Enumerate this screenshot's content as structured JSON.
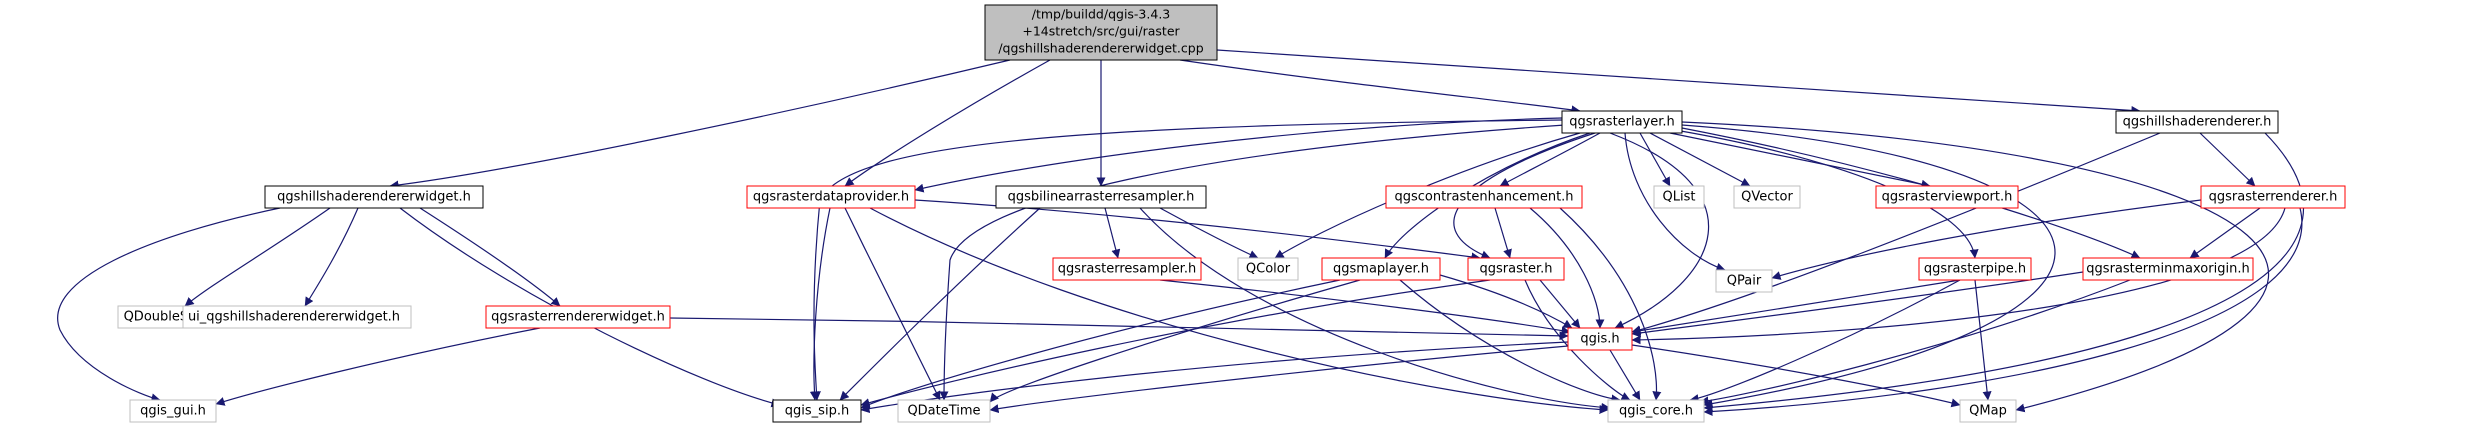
{
  "colors": {
    "root_fill": "#bfbfbf",
    "root_border": "#000000",
    "black_border": "#000000",
    "red_border": "#ff0000",
    "gray_border": "#bfbfbf",
    "edge": "#191970",
    "text": "#000000",
    "background": "#ffffff"
  },
  "nodes": {
    "root": {
      "lines": [
        "/tmp/buildd/qgis-3.4.3",
        "+14stretch/src/gui/raster",
        "/qgshillshaderendererwidget.cpp"
      ]
    },
    "hillshade_widget_h": {
      "label": "qgshillshaderendererwidget.h"
    },
    "qdoublespinbox": {
      "label": "QDoubleSpinBox"
    },
    "ui_hillshade": {
      "label": "ui_qgshillshaderendererwidget.h"
    },
    "qgis_gui": {
      "label": "qgis_gui.h"
    },
    "rasterrendererwidget": {
      "label": "qgsrasterrendererwidget.h"
    },
    "qgis_sip": {
      "label": "qgis_sip.h"
    },
    "rasterdataprovider": {
      "label": "qgsrasterdataprovider.h"
    },
    "bilinear": {
      "label": "qgsbilinearrasterresampler.h"
    },
    "rasterlayer": {
      "label": "qgsrasterlayer.h"
    },
    "hillshaderenderer": {
      "label": "qgshillshaderenderer.h"
    },
    "rasterresampler": {
      "label": "qgsrasterresampler.h"
    },
    "qcolor": {
      "label": "QColor"
    },
    "maplayer": {
      "label": "qgsmaplayer.h"
    },
    "contrast": {
      "label": "qgscontrastenhancement.h"
    },
    "raster": {
      "label": "qgsraster.h"
    },
    "qlist": {
      "label": "QList"
    },
    "qvector": {
      "label": "QVector"
    },
    "rasterviewport": {
      "label": "qgsrasterviewport.h"
    },
    "qpair": {
      "label": "QPair"
    },
    "rasterpipe": {
      "label": "qgsrasterpipe.h"
    },
    "rasterrenderer": {
      "label": "qgsrasterrenderer.h"
    },
    "minmaxorigin": {
      "label": "qgsrasterminmaxorigin.h"
    },
    "qgis_h": {
      "label": "qgis.h"
    },
    "qdatetime": {
      "label": "QDateTime"
    },
    "qgis_core": {
      "label": "qgis_core.h"
    },
    "qmap": {
      "label": "QMap"
    }
  }
}
